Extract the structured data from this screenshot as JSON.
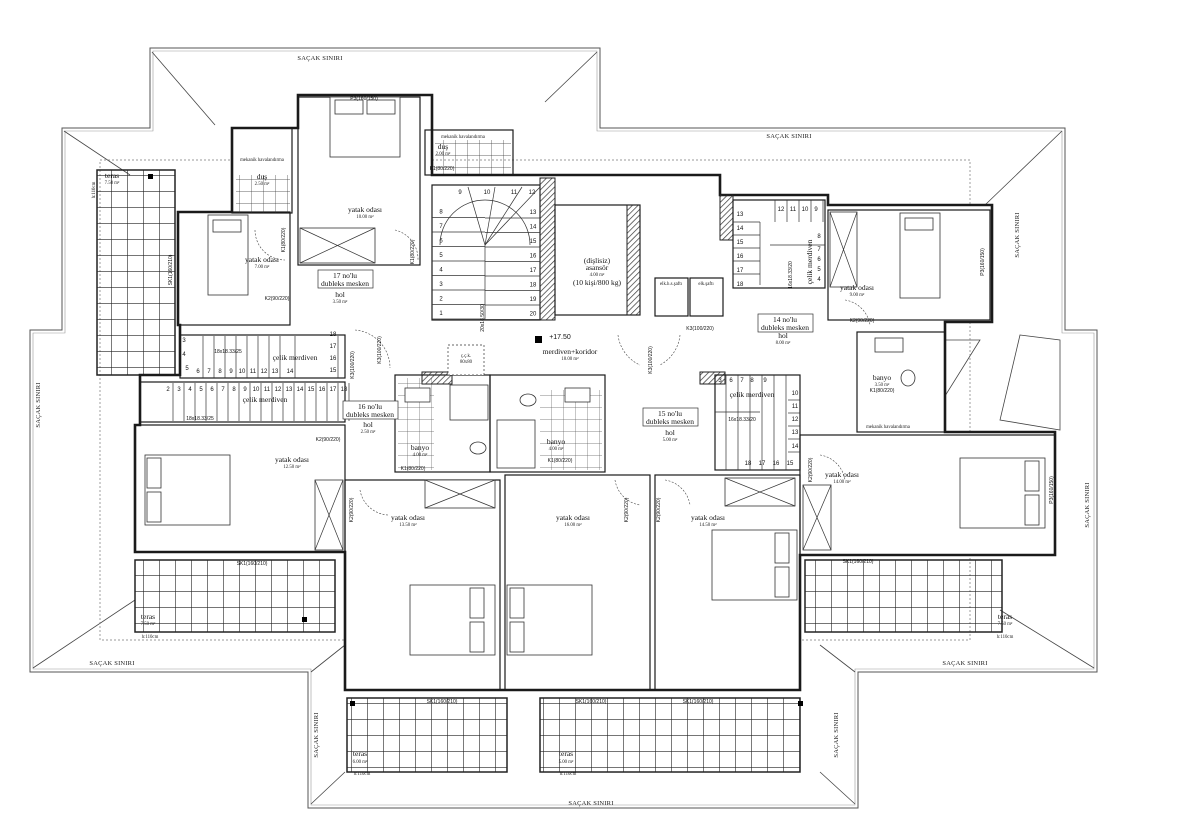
{
  "eave_label": "SAÇAK SINIRI",
  "elevation": "+17.50",
  "units": {
    "u17": {
      "name_line1": "17 no'lu",
      "name_line2": "dubleks mesken",
      "hol": "hol",
      "hol_area": "3.50 m²"
    },
    "u16": {
      "name_line1": "16 no'lu",
      "name_line2": "dubleks mesken",
      "hol": "hol",
      "hol_area": "2.50 m²"
    },
    "u15": {
      "name_line1": "15 no'lu",
      "name_line2": "dubleks mesken",
      "hol": "hol",
      "hol_area": "5.00 m²"
    },
    "u14": {
      "name_line1": "14 no'lu",
      "name_line2": "dubleks mesken",
      "hol": "hol",
      "hol_area": "8.00 m²"
    }
  },
  "rooms": {
    "bedroom_10": {
      "name": "yatak odası",
      "area": "10.00 m²"
    },
    "bedroom_7": {
      "name": "yatak odası",
      "area": "7.00 m²"
    },
    "bedroom_9": {
      "name": "yatak odası",
      "area": "9.00 m²"
    },
    "bedroom_12_5": {
      "name": "yatak odası",
      "area": "12.50 m²"
    },
    "bedroom_13_5": {
      "name": "yatak odası",
      "area": "13.50 m²"
    },
    "bedroom_16": {
      "name": "yatak odası",
      "area": "16.00 m²"
    },
    "bedroom_14_5": {
      "name": "yatak odası",
      "area": "14.50 m²"
    },
    "bedroom_14": {
      "name": "yatak odası",
      "area": "14.00 m²"
    },
    "shower_2_5": {
      "name": "duş",
      "area": "2.50 m²"
    },
    "shower_2": {
      "name": "duş",
      "area": "2.00 m²"
    },
    "bath_3_5": {
      "name": "banyo",
      "area": "3.50 m²"
    },
    "bath_left": {
      "name": "banyo",
      "area": "4.00 m²"
    },
    "bath_right": {
      "name": "banyo",
      "area": "4.00 m²"
    },
    "corridor": {
      "name": "merdiven+koridor",
      "area": "18.00 m²"
    },
    "elevator": {
      "line1": "(dişlisiz)",
      "line2": "asansör",
      "area": "4.00 m²",
      "capacity": "(10 kişi/800 kg)"
    },
    "shaft_elec_hs": "elk.h.s.şaftı",
    "shaft_elec": "elk.şaftı",
    "chimney": {
      "name": "ç.ç.k.",
      "size": "80x80"
    },
    "mech_vent": "mekanik havalandırma"
  },
  "terraces": {
    "top_left": {
      "name": "teras",
      "area": "7.50 m²",
      "height": "h:110cm"
    },
    "left": {
      "name": "teras",
      "area": "7.50 m²",
      "height": "h:110cm"
    },
    "right": {
      "name": "teras",
      "area": "7.50 m²",
      "height": "h:110cm"
    },
    "bottom_left": {
      "name": "teras",
      "area": "6.00 m²",
      "height": "h:110cm"
    },
    "bottom_right": {
      "name": "teras",
      "area": "5.00 m²",
      "height": "h:110cm"
    }
  },
  "stairs": {
    "steel": "çelik merdiven",
    "spec_18": "18x18.33/25",
    "spec_20": "20x16.50/30",
    "spec_16": "16x18.33/20",
    "spiral_steps": [
      "1",
      "2",
      "3",
      "4",
      "5",
      "6",
      "7",
      "8",
      "9",
      "10",
      "11",
      "12",
      "13",
      "14",
      "15",
      "16",
      "17",
      "18",
      "19",
      "20"
    ],
    "left_long_steps": [
      "2",
      "3",
      "4",
      "5",
      "6",
      "7",
      "8",
      "9",
      "10",
      "11",
      "12",
      "13",
      "14",
      "15",
      "16",
      "17",
      "18"
    ],
    "left_upper_steps": [
      "3",
      "4",
      "5",
      "6",
      "7",
      "8",
      "9",
      "10",
      "11",
      "12",
      "13",
      "14",
      "15",
      "16",
      "17",
      "18"
    ],
    "right_steps": [
      "4",
      "5",
      "6",
      "7",
      "8",
      "9",
      "10",
      "11",
      "12",
      "13",
      "14",
      "15",
      "16",
      "17",
      "18"
    ],
    "u15_steps": [
      "3",
      "6",
      "7",
      "8",
      "9",
      "10",
      "11",
      "12",
      "13",
      "14",
      "15",
      "16",
      "17",
      "18"
    ]
  },
  "doors": {
    "p3": "P3(160/150)",
    "sk1": "SK1(160/210)",
    "k1": "K1(80/220)",
    "k2": "K2(90/220)",
    "k3": "K3(100/220)"
  }
}
